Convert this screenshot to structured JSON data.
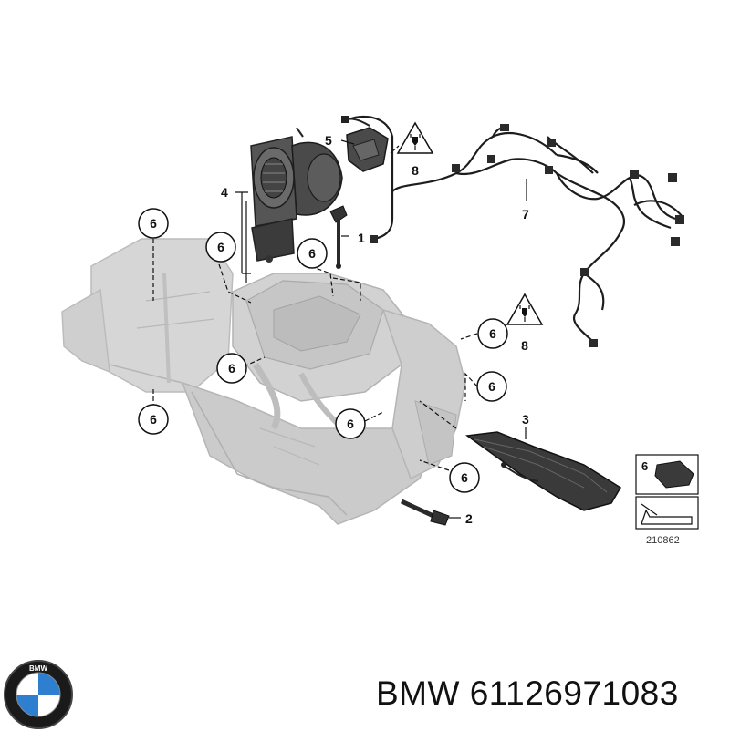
{
  "diagram": {
    "callouts": [
      {
        "id": "c1",
        "label": "1"
      },
      {
        "id": "c2",
        "label": "2"
      },
      {
        "id": "c3",
        "label": "3"
      },
      {
        "id": "c4",
        "label": "4"
      },
      {
        "id": "c5",
        "label": "5"
      },
      {
        "id": "c7",
        "label": "7"
      }
    ],
    "circle_callouts": [
      {
        "id": "k1",
        "label": "6"
      },
      {
        "id": "k2",
        "label": "6"
      },
      {
        "id": "k3",
        "label": "6"
      },
      {
        "id": "k4",
        "label": "6"
      },
      {
        "id": "k5",
        "label": "6"
      },
      {
        "id": "k6",
        "label": "6"
      },
      {
        "id": "k7",
        "label": "6"
      },
      {
        "id": "k8",
        "label": "6"
      },
      {
        "id": "k9",
        "label": "6"
      }
    ],
    "warnings": [
      {
        "id": "w1",
        "label": "8"
      },
      {
        "id": "w2",
        "label": "8"
      }
    ],
    "inset": {
      "label": "6"
    },
    "reference_number": "210862"
  },
  "footer": {
    "brand_name": "BMW",
    "part_number": "61126971083",
    "logo_letters": "BMW"
  },
  "colors": {
    "housing_gray": "#d4d4d4",
    "dark_part": "#3a3a3a",
    "line": "#111111",
    "logo_blue": "#2f7fd0"
  }
}
